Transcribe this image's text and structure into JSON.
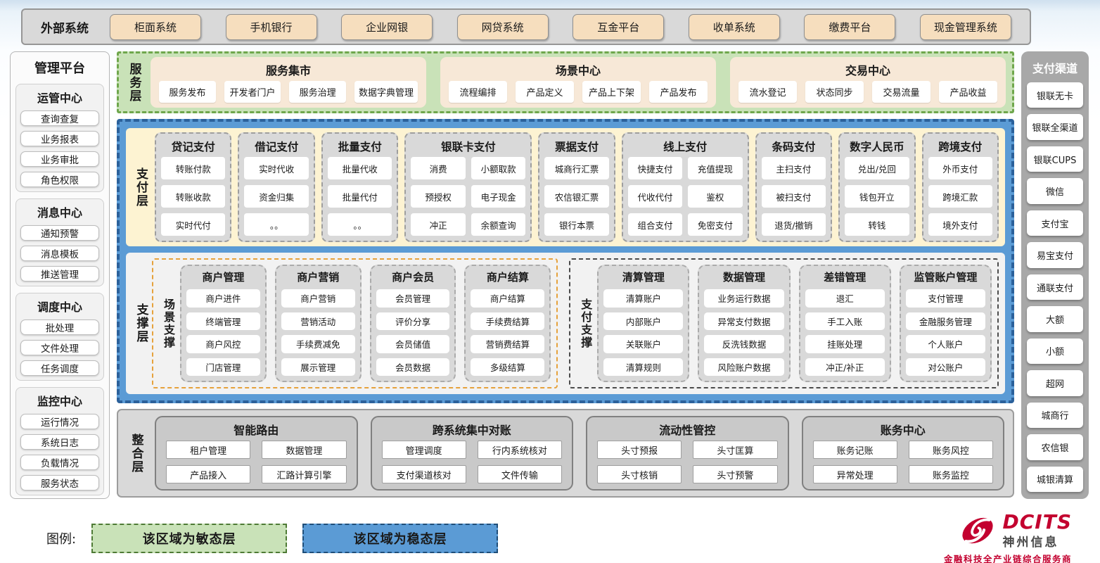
{
  "external": {
    "label": "外部系统",
    "systems": [
      "柜面系统",
      "手机银行",
      "企业网银",
      "网贷系统",
      "互金平台",
      "收单系统",
      "缴费平台",
      "现金管理系统"
    ]
  },
  "management": {
    "title": "管理平台",
    "sections": [
      {
        "title": "运管中心",
        "items": [
          "查询查复",
          "业务报表",
          "业务审批",
          "角色权限"
        ]
      },
      {
        "title": "消息中心",
        "items": [
          "通知预警",
          "消息模板",
          "推送管理"
        ]
      },
      {
        "title": "调度中心",
        "items": [
          "批处理",
          "文件处理",
          "任务调度"
        ]
      },
      {
        "title": "监控中心",
        "items": [
          "运行情况",
          "系统日志",
          "负载情况",
          "服务状态"
        ]
      }
    ]
  },
  "service_layer": {
    "label": "服务层",
    "groups": [
      {
        "title": "服务集市",
        "items": [
          "服务发布",
          "开发者门户",
          "服务治理",
          "数据字典管理"
        ]
      },
      {
        "title": "场景中心",
        "items": [
          "流程编排",
          "产品定义",
          "产品上下架",
          "产品发布"
        ]
      },
      {
        "title": "交易中心",
        "items": [
          "流水登记",
          "状态同步",
          "交易流量",
          "产品收益"
        ]
      }
    ]
  },
  "payment_layer": {
    "label": "支付层",
    "columns": [
      {
        "title": "贷记支付",
        "cols": 1,
        "items": [
          "转账付款",
          "转账收款",
          "实时代付"
        ]
      },
      {
        "title": "借记支付",
        "cols": 1,
        "items": [
          "实时代收",
          "资金归集",
          "。。"
        ]
      },
      {
        "title": "批量支付",
        "cols": 1,
        "items": [
          "批量代收",
          "批量代付",
          "。。"
        ]
      },
      {
        "title": "银联卡支付",
        "cols": 2,
        "items": [
          "消费",
          "小额取款",
          "预授权",
          "电子现金",
          "冲正",
          "余额查询"
        ]
      },
      {
        "title": "票据支付",
        "cols": 1,
        "items": [
          "城商行汇票",
          "农信银汇票",
          "银行本票"
        ]
      },
      {
        "title": "线上支付",
        "cols": 2,
        "items": [
          "快捷支付",
          "充值提现",
          "代收代付",
          "鉴权",
          "组合支付",
          "免密支付"
        ]
      },
      {
        "title": "条码支付",
        "cols": 1,
        "items": [
          "主扫支付",
          "被扫支付",
          "退货/撤销"
        ]
      },
      {
        "title": "数字人民币",
        "cols": 1,
        "items": [
          "兑出/兑回",
          "钱包开立",
          "转钱"
        ]
      },
      {
        "title": "跨境支付",
        "cols": 1,
        "items": [
          "外币支付",
          "跨境汇款",
          "境外支付"
        ]
      }
    ]
  },
  "support_layer": {
    "label": "支撑层",
    "zones": [
      {
        "label": "场景支撑",
        "style": "orange",
        "columns": [
          {
            "title": "商户管理",
            "items": [
              "商户进件",
              "终端管理",
              "商户风控",
              "门店管理"
            ]
          },
          {
            "title": "商户营销",
            "items": [
              "商户营销",
              "营销活动",
              "手续费减免",
              "展示管理"
            ]
          },
          {
            "title": "商户会员",
            "items": [
              "会员管理",
              "评价分享",
              "会员储值",
              "会员数据"
            ]
          },
          {
            "title": "商户结算",
            "items": [
              "商户结算",
              "手续费结算",
              "营销费结算",
              "多级结算"
            ]
          }
        ]
      },
      {
        "label": "支付支撑",
        "style": "dark",
        "columns": [
          {
            "title": "清算管理",
            "items": [
              "清算账户",
              "内部账户",
              "关联账户",
              "清算规则"
            ]
          },
          {
            "title": "数据管理",
            "items": [
              "业务运行数据",
              "异常支付数据",
              "反洗钱数据",
              "风险账户数据"
            ]
          },
          {
            "title": "差错管理",
            "items": [
              "退汇",
              "手工入账",
              "挂账处理",
              "冲正/补正"
            ]
          },
          {
            "title": "监管账户管理",
            "items": [
              "支付管理",
              "金融服务管理",
              "个人账户",
              "对公账户"
            ]
          }
        ]
      }
    ]
  },
  "integration_layer": {
    "label": "整合层",
    "groups": [
      {
        "title": "智能路由",
        "items": [
          "租户管理",
          "数据管理",
          "产品接入",
          "汇路计算引擎"
        ]
      },
      {
        "title": "跨系统集中对账",
        "items": [
          "管理调度",
          "行内系统核对",
          "支付渠道核对",
          "文件传输"
        ]
      },
      {
        "title": "流动性管控",
        "items": [
          "头寸预报",
          "头寸匡算",
          "头寸核销",
          "头寸预警"
        ]
      },
      {
        "title": "账务中心",
        "items": [
          "账务记账",
          "账务风控",
          "异常处理",
          "账务监控"
        ]
      }
    ]
  },
  "channels": {
    "title": "支付渠道",
    "items": [
      "银联无卡",
      "银联全渠道",
      "银联CUPS",
      "微信",
      "支付宝",
      "易宝支付",
      "通联支付",
      "大额",
      "小额",
      "超网",
      "城商行",
      "农信银",
      "城银清算"
    ]
  },
  "legend": {
    "label": "图例:",
    "items": [
      {
        "text": "该区域为敏态层",
        "type": "agile"
      },
      {
        "text": "该区域为稳态层",
        "type": "stable"
      }
    ]
  },
  "logo": {
    "name": "DCITS",
    "cn": "神州信息",
    "tagline": "金融科技全产业链综合服务商"
  },
  "colors": {
    "agile_green": "#c9e2b8",
    "agile_border": "#6fa74c",
    "stable_blue": "#5b9bd5",
    "stable_border": "#2b619b",
    "payment_cream": "#fdf3d2",
    "tan_button": "#f6debe",
    "gray_panel": "#d9d9d9",
    "scene_zone_border": "#e6a23c",
    "logo_red": "#c3002f"
  }
}
